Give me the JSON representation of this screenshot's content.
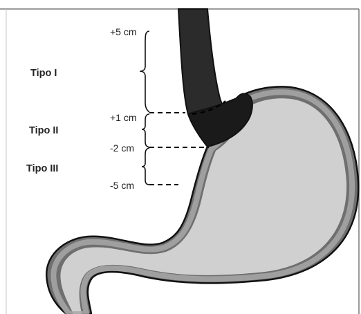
{
  "markers": {
    "plus5": "+5 cm",
    "plus1": "+1 cm",
    "minus2": "-2 cm",
    "minus5": "-5 cm"
  },
  "types": {
    "tipo1": "Tipo I",
    "tipo2": "Tipo II",
    "tipo3": "Tipo III"
  },
  "colors": {
    "esophagus": "#2b2b2b",
    "cardia": "#1a1a1a",
    "stomach_fill": "#d0d0d0",
    "stomach_rim": "#8a8a8a",
    "outline": "#111111",
    "frame": "#7a7a7a"
  }
}
